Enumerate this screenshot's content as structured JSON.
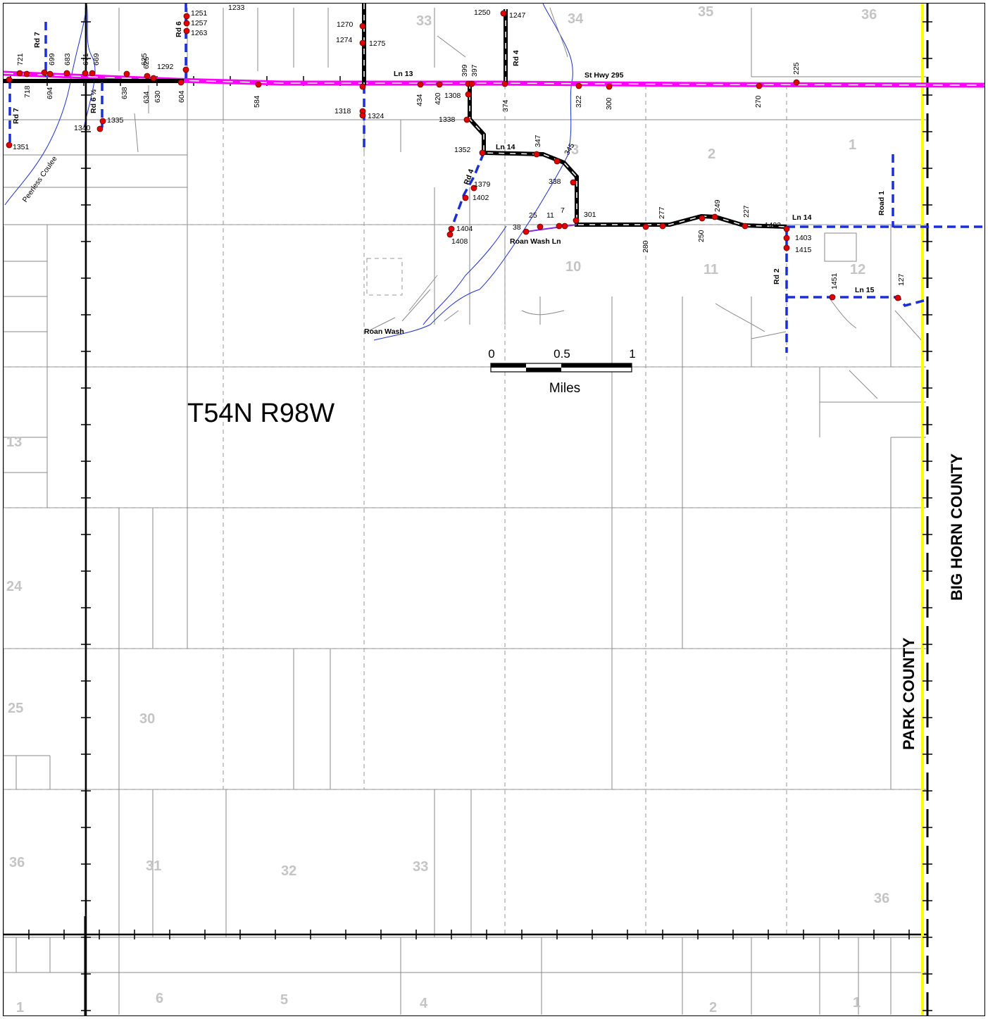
{
  "township_label": "T54N R98W",
  "counties": {
    "west": "PARK COUNTY",
    "east": "BIG HORN COUNTY"
  },
  "scale_bar": {
    "ticks": [
      "0",
      "0.5",
      "1"
    ],
    "unit": "Miles"
  },
  "road_labels": {
    "rd7_top": "Rd 7",
    "rd7_bottom": "Rd 7",
    "rd6": "Rd 6",
    "rd6_half": "Rd 6 ½",
    "ln13": "Ln 13",
    "rd4_top": "Rd 4",
    "rd4_mid": "Rd 4",
    "hwy295": "St Hwy 295",
    "ln14_a": "Ln 14",
    "ln14_b": "Ln 14",
    "road1": "Road 1",
    "rd2": "Rd 2",
    "ln15": "Ln 15",
    "roan_wash_ln": "Roan Wash Ln"
  },
  "water_labels": {
    "peerless": "Peerless Coulee",
    "roan_wash": "Roan Wash"
  },
  "section_numbers": {
    "s33a": "33",
    "s34a": "34",
    "s35": "35",
    "s36a": "36",
    "s1a": "1",
    "s2a": "2",
    "s3": "3",
    "s10": "10",
    "s11": "11",
    "s12": "12",
    "s13": "13",
    "s24": "24",
    "s25": "25",
    "s30": "30",
    "s36b": "36",
    "s31": "31",
    "s32": "32",
    "s33b": "33",
    "s36c": "36",
    "s1b": "1",
    "s6": "6",
    "s5": "5",
    "s4": "4",
    "s2b": "2",
    "s1c": "1"
  },
  "addresses": {
    "a1251": "1251",
    "a1257": "1257",
    "a1263": "1263",
    "a1233": "1233",
    "a1270": "1270",
    "a1274": "1274",
    "a1275": "1275",
    "a1250": "1250",
    "a1247": "1247",
    "a721": "721",
    "a699": "699",
    "a683": "683",
    "a671": "671",
    "a669": "669",
    "a625": "625",
    "a1292": "1292",
    "a718": "718",
    "a694": "694",
    "a638": "638",
    "a634": "634",
    "a630": "630",
    "a604": "604",
    "a584": "584",
    "a434": "434",
    "a420": "420",
    "a1308": "1308",
    "a399": "399",
    "a397": "397",
    "a374": "374",
    "a322": "322",
    "a300": "300",
    "a270": "270",
    "a225": "225",
    "a1318": "1318",
    "a1324": "1324",
    "a1340": "1340",
    "a1335": "1335",
    "a1351": "1351",
    "a1338": "1338",
    "a1352": "1352",
    "a347": "347",
    "a345": "345",
    "a338": "338",
    "a1379": "1379",
    "a1402a": "1402",
    "a1404": "1404",
    "a1408": "1408",
    "a38": "38",
    "a25": "25",
    "a11": "11",
    "a7": "7",
    "a301": "301",
    "a280": "280",
    "a277": "277",
    "a250": "250",
    "a249": "249",
    "a227": "227",
    "a1402b": "1402",
    "a1403": "1403",
    "a1415": "1415",
    "a1451": "1451",
    "a127": "127"
  },
  "colors": {
    "highway": "#ff00ff",
    "paved_road": "#000000",
    "primitive_road": "#1a2fd6",
    "address_point": "#e00000",
    "county_line": "#ffff00",
    "stream": "#2030d0",
    "section_number": "#c4c4c4"
  }
}
